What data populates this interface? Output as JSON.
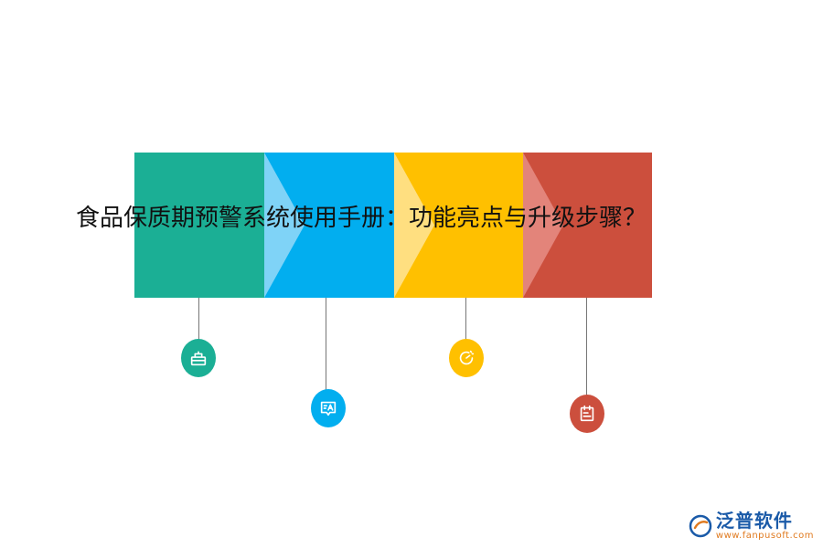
{
  "title": "食品保质期预警系统使用手册：功能亮点与升级步骤？",
  "colors": {
    "step1": "#1baf95",
    "step2": "#02aeef",
    "step3": "#ffc000",
    "step4": "#cc4f3d",
    "chevron2": "#7fd3f7",
    "chevron3": "#ffdf80",
    "chevron4": "#e3847a"
  },
  "icons": [
    "cake-icon",
    "text-image-icon",
    "refresh-icon",
    "calendar-icon"
  ],
  "logo": {
    "name": "泛普软件",
    "url": "www.fanpusoft.com"
  }
}
